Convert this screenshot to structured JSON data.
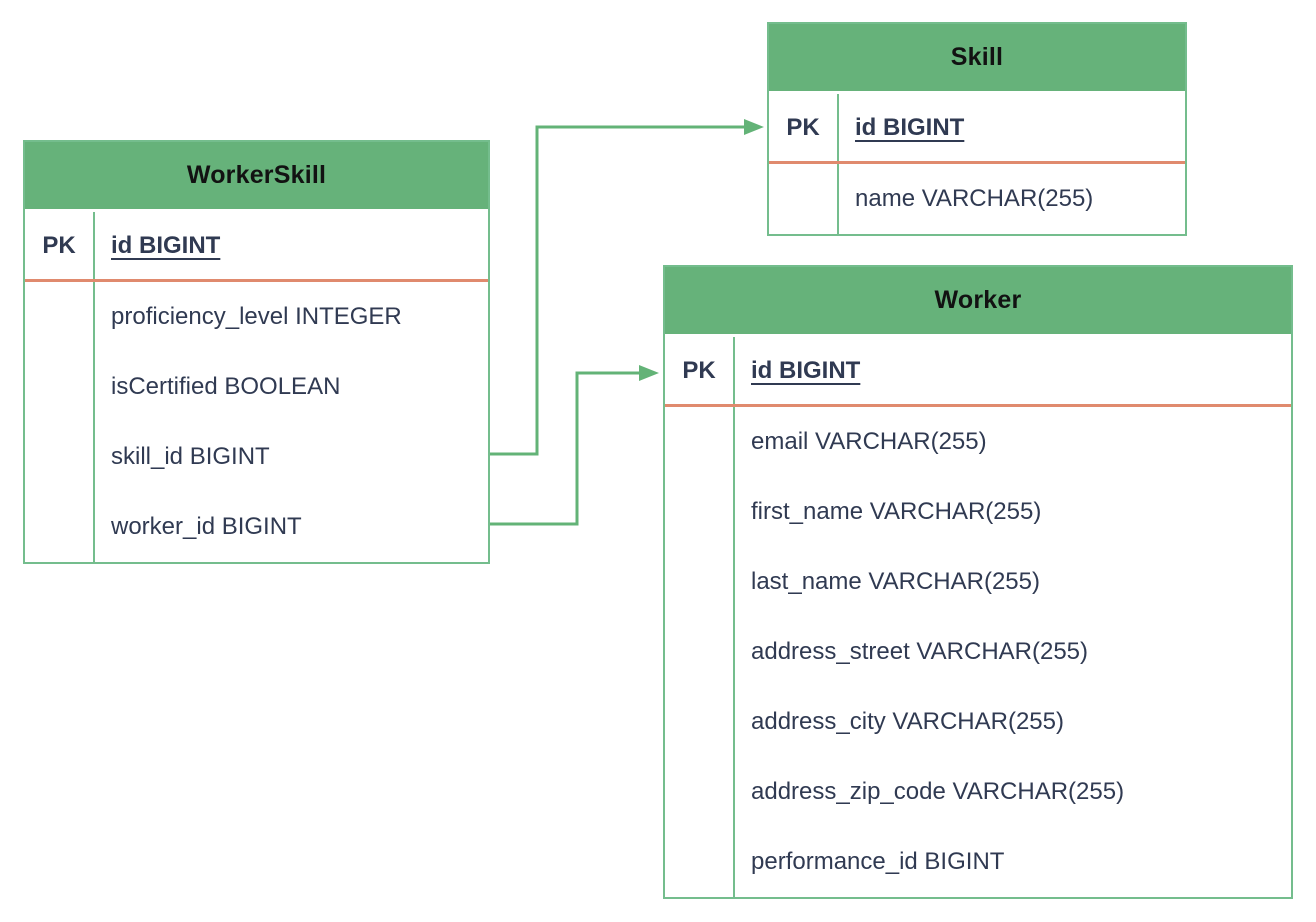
{
  "diagram": {
    "type": "entity-relationship",
    "colors": {
      "header_fill": "#66b27a",
      "border_green": "#74bd8d",
      "connector_green": "#63b377",
      "pk_separator": "#e08a6e",
      "attr_text": "#303a52",
      "header_text": "#121212",
      "bg": "#ffffff"
    },
    "entities": [
      {
        "name": "WorkerSkill",
        "primary_key": {
          "key_label": "PK",
          "attribute": "id BIGINT"
        },
        "attributes": [
          "proficiency_level INTEGER",
          "isCertified BOOLEAN",
          "skill_id BIGINT",
          "worker_id BIGINT"
        ]
      },
      {
        "name": "Skill",
        "primary_key": {
          "key_label": "PK",
          "attribute": "id BIGINT"
        },
        "attributes": [
          "name VARCHAR(255)"
        ]
      },
      {
        "name": "Worker",
        "primary_key": {
          "key_label": "PK",
          "attribute": "id BIGINT"
        },
        "attributes": [
          "email VARCHAR(255)",
          "first_name VARCHAR(255)",
          "last_name VARCHAR(255)",
          "address_street VARCHAR(255)",
          "address_city VARCHAR(255)",
          "address_zip_code VARCHAR(255)",
          "performance_id BIGINT"
        ]
      }
    ],
    "relationships": [
      {
        "from_entity": "WorkerSkill",
        "from_attribute": "skill_id",
        "to_entity": "Skill",
        "to_attribute": "id",
        "arrow": "points-to-target"
      },
      {
        "from_entity": "WorkerSkill",
        "from_attribute": "worker_id",
        "to_entity": "Worker",
        "to_attribute": "id",
        "arrow": "points-to-target"
      }
    ]
  }
}
